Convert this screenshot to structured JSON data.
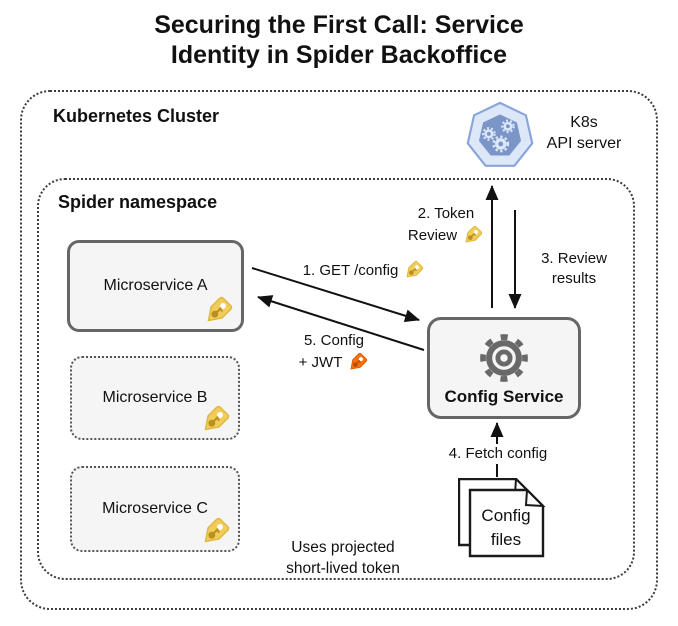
{
  "title": {
    "line1": "Securing the First Call: Service",
    "line2": "Identity in Spider Backoffice"
  },
  "kubernetes_cluster": {
    "label": "Kubernetes Cluster"
  },
  "spider_namespace": {
    "label": "Spider namespace"
  },
  "k8s_api_server": {
    "label_line1": "K8s",
    "label_line2": "API server"
  },
  "microservices": [
    {
      "name": "Microservice A"
    },
    {
      "name": "Microservice B"
    },
    {
      "name": "Microservice C"
    }
  ],
  "config_service": {
    "label": "Config Service"
  },
  "config_files": {
    "label_line1": "Config",
    "label_line2": "files"
  },
  "flows": {
    "get_config": {
      "label": "1. GET /config"
    },
    "token_review": {
      "line1": "2. Token",
      "line2": "Review"
    },
    "review_results": {
      "line1": "3. Review",
      "line2": "results"
    },
    "fetch_config": {
      "label": "4. Fetch config"
    },
    "config_jwt": {
      "line1": "5. Config",
      "line2": "+ JWT"
    }
  },
  "note": {
    "line1": "Uses projected",
    "line2": "short-lived token"
  },
  "colors": {
    "tag_yellow": "#F2CC5A",
    "tag_yellow_key": "#BA8F1F",
    "tag_orange": "#F57210",
    "tag_orange_key": "#BF4A08",
    "k8s_outer_fill": "#DCE7F8",
    "k8s_outer_stroke": "#8AA4DC",
    "k8s_inner_fill": "#7B95C9",
    "box_fill": "#F5F5F5",
    "box_border": "#666666",
    "arrow": "#111111"
  }
}
